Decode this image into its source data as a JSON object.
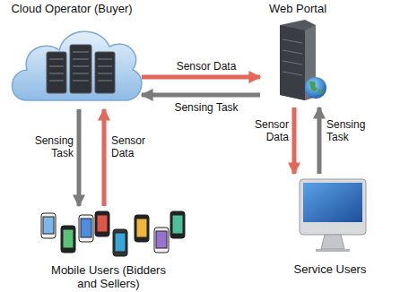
{
  "diagram": {
    "nodes": [
      {
        "text": [
          "Cloud Operator (Buyer)"
        ]
      },
      {
        "text": [
          "Web Portal"
        ]
      },
      {
        "text": [
          "Mobile Users (Bidders and Sellers)"
        ]
      },
      {
        "text": [
          "Service Users"
        ]
      }
    ],
    "edges": [
      {
        "from": 0,
        "to": 1,
        "label": "Sensor Data",
        "arrow": "to"
      },
      {
        "from": 1,
        "to": 0,
        "label": "Sensing Task",
        "arrow": "to"
      },
      {
        "from": 0,
        "to": 2,
        "label": "Sensing Task",
        "arrow": "to"
      },
      {
        "from": 2,
        "to": 0,
        "label": "Sensor Data",
        "arrow": "to"
      },
      {
        "from": 1,
        "to": 3,
        "label": "Sensor Data",
        "arrow": "to"
      },
      {
        "from": 3,
        "to": 1,
        "label": "Sensing Task",
        "arrow": "to"
      }
    ]
  }
}
